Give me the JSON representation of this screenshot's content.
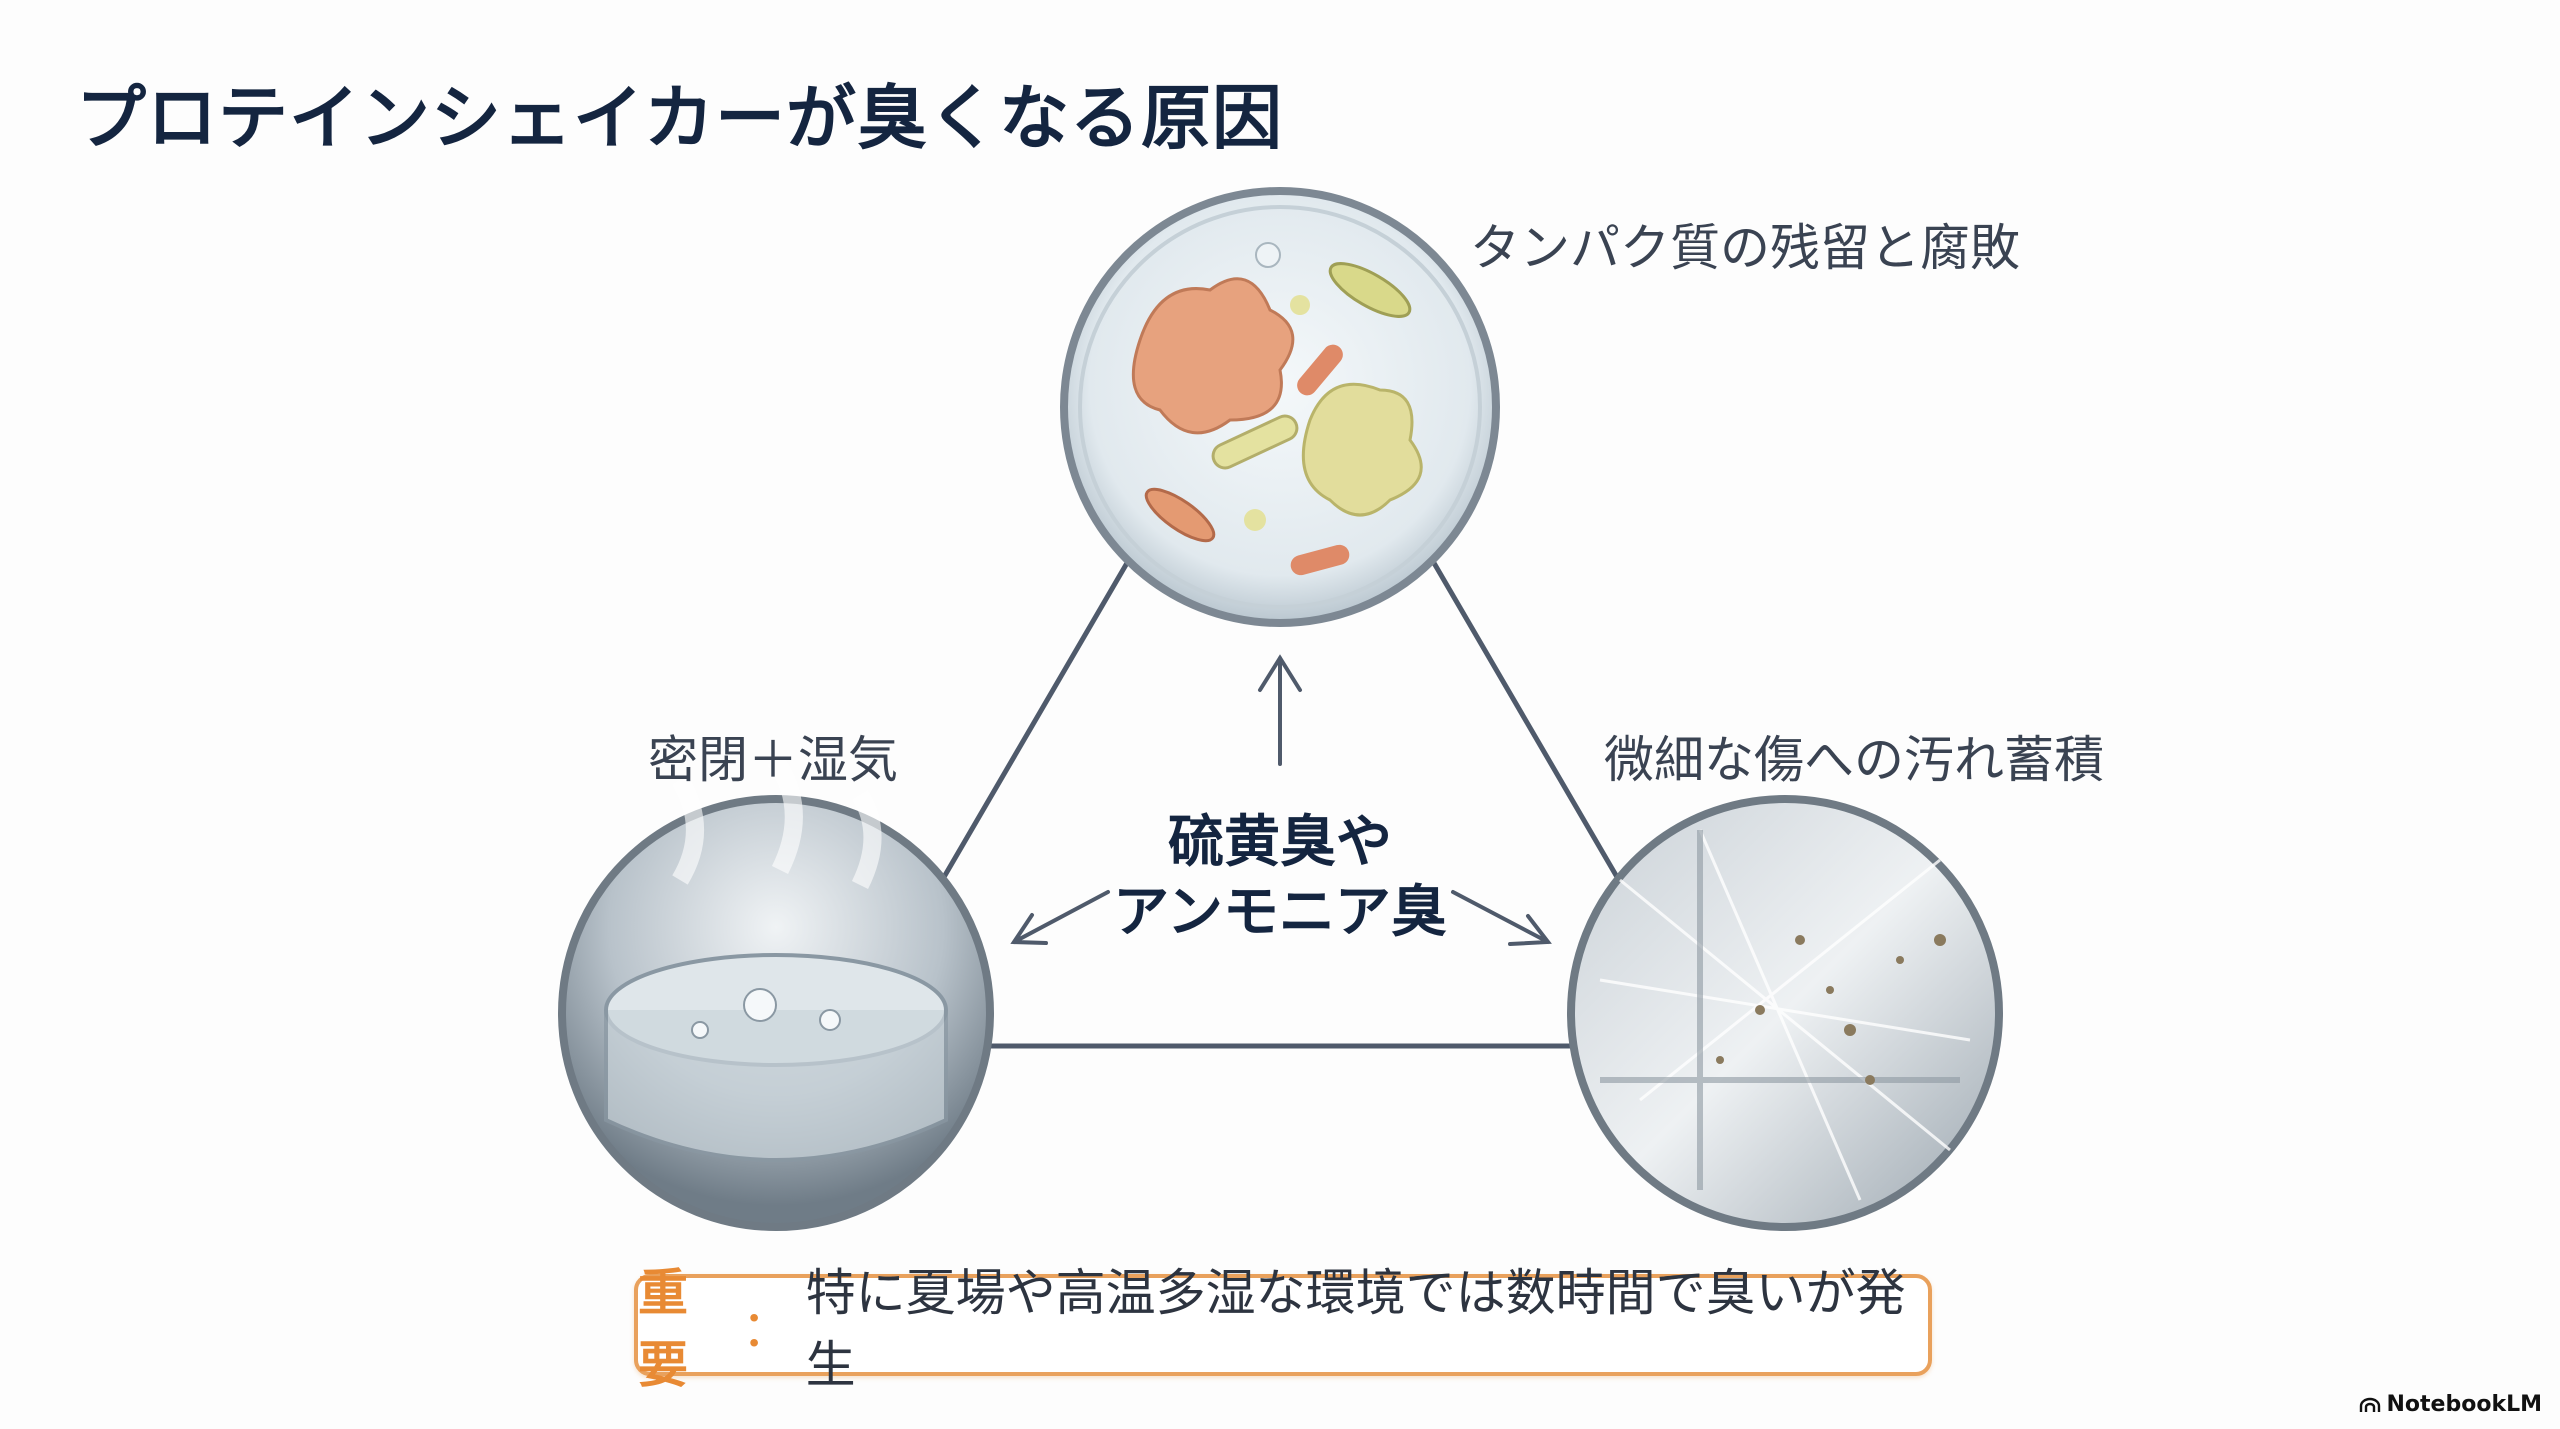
{
  "title": "プロテインシェイカーが臭くなる原因",
  "causes": {
    "top": "タンパク質の残留と腐敗",
    "left": "密閉＋湿気",
    "right": "微細な傷への汚れ蓄積"
  },
  "center": {
    "line1": "硫黄臭や",
    "line2": "アンモニア臭"
  },
  "note": {
    "label": "重要",
    "separator": "：",
    "text": "特に夏場や高温多湿な環境では数時間で臭いが発生"
  },
  "brand": "NotebookLM",
  "colors": {
    "accent": "#e88a34",
    "line": "#4f5a6b",
    "title": "#142540"
  }
}
